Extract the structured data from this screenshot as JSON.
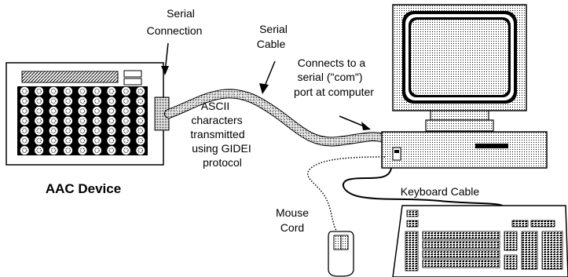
{
  "labels": {
    "serial_connection_1": "Serial",
    "serial_connection_2": "Connection",
    "serial_cable_1": "Serial",
    "serial_cable_2": "Cable",
    "connects_1": "Connects to a",
    "connects_2": "serial (\"com\")",
    "connects_3": "port at computer",
    "ascii_1": "ASCII",
    "ascii_2": "characters",
    "ascii_3": "transmitted",
    "ascii_4": "using GIDEI",
    "ascii_5": "protocol",
    "aac_device": "AAC Device",
    "keyboard_cable": "Keyboard Cable",
    "mouse_1": "Mouse",
    "mouse_2": "Cord"
  },
  "colors": {
    "stroke": "#000000",
    "fill": "#ffffff",
    "dot_pattern": "#000000"
  }
}
